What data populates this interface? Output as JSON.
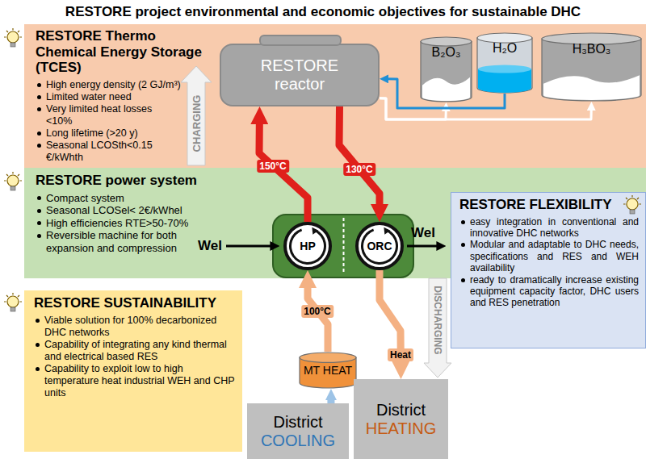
{
  "diagram": {
    "title": "RESTORE project environmental and economic objectives for sustainable DHC",
    "nodes": [
      {
        "text": [
          "RESTORE Thermo Chemical Energy Storage (TCES)",
          "High energy density (2 GJ/m³)",
          "Limited water need",
          "Very limited heat losses <10%",
          "Long lifetime (>20 y)",
          "Seasonal LCOSth<0.15 €/kWhth"
        ]
      },
      {
        "text": [
          "RESTORE reactor"
        ],
        "in": 0
      },
      {
        "text": [
          "B₂O₃"
        ],
        "in": 0
      },
      {
        "text": [
          "H₂O"
        ],
        "in": 0
      },
      {
        "text": [
          "H₃BO₃"
        ],
        "in": 0
      },
      {
        "text": [
          "RESTORE power system",
          "Compact system",
          "Seasonal LCOSel< 2€/kWhel",
          "High efficiencies RTE>50-70%",
          "Reversible machine for both expansion and compression"
        ]
      },
      {
        "text": [
          "HP"
        ],
        "in": 5
      },
      {
        "text": [
          "ORC"
        ],
        "in": 5
      },
      {
        "text": [
          "RESTORE FLEXIBILITY",
          "easy integration in conventional and innovative DHC networks",
          "Modular and adaptable to DHC needs, specifications and RES and WEH availability",
          "ready to dramatically increase existing equipment capacity factor, DHC users and RES penetration"
        ]
      },
      {
        "text": [
          "RESTORE SUSTAINABILITY",
          "Viable solution for 100% decarbonized DHC networks",
          "Capability of integrating any kind thermal and electrical based RES",
          "Capability to exploit low to high temperature heat industrial WEH and CHP units"
        ]
      },
      {
        "text": [
          "MT HEAT"
        ]
      },
      {
        "text": [
          "District",
          "COOLING"
        ]
      },
      {
        "text": [
          "District",
          "HEATING"
        ]
      }
    ],
    "edges": [
      {
        "from": 6,
        "to": 1,
        "label": "150°C",
        "arrow": "to"
      },
      {
        "from": 1,
        "to": 7,
        "label": "130°C",
        "arrow": "to"
      },
      {
        "from": 1,
        "to": 2,
        "arrow": "to"
      },
      {
        "from": 1,
        "to": 4,
        "arrow": "to"
      },
      {
        "from": 3,
        "to": 1,
        "arrow": "to"
      },
      {
        "from": 10,
        "to": 6,
        "label": "100°C",
        "arrow": "to"
      },
      {
        "from": 7,
        "to": 12,
        "label": "Heat",
        "arrow": "to"
      },
      {
        "from": 11,
        "to": 10,
        "arrow": "to"
      }
    ],
    "labels": [
      "Wel",
      "Wel",
      "CHARGING",
      "DISCHARGING"
    ]
  }
}
